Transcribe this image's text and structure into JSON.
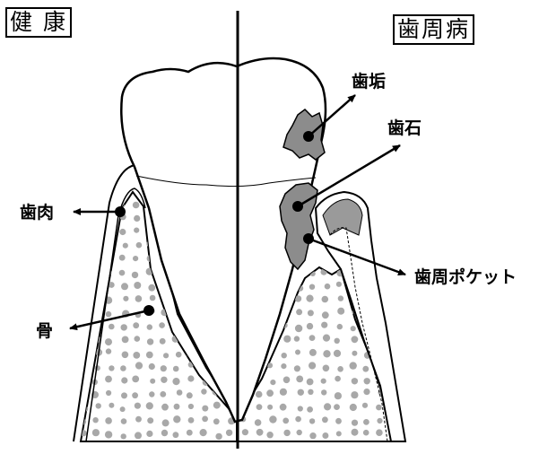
{
  "panels": {
    "healthy": "健 康",
    "disease": "歯周病"
  },
  "labels": {
    "gum": "歯肉",
    "bone": "骨",
    "plaque": "歯垢",
    "calculus": "歯石",
    "pocket": "歯周ポケット"
  },
  "colors": {
    "ink": "#000000",
    "deposit": "#8c8c8c",
    "bone_dots": "#a8a8a8",
    "inflamed_gum": "#9a9a9a"
  }
}
